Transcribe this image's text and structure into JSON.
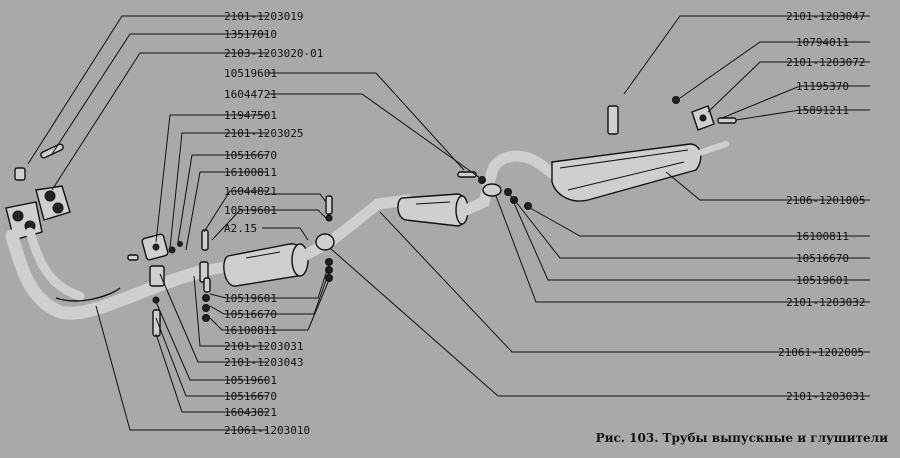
{
  "labels": {
    "l01": "2101-1203019",
    "l02": "13517010",
    "l03": "2103-1203020-01",
    "l04": "10519601",
    "l05": "16044721",
    "l06": "11947501",
    "l07": "2101-1203025",
    "l08": "10516670",
    "l09": "16100811",
    "l10": "16044821",
    "l11": "10519601",
    "l12": "A2.15",
    "l13": "10519601",
    "l14": "10516670",
    "l15": "16100811",
    "l16": "2101-1203031",
    "l17": "2101-1203043",
    "l18": "10519601",
    "l19": "10516670",
    "l20": "16043821",
    "l21": "21061-1203010",
    "r01": "2101-1203047",
    "r02": "10794011",
    "r03": "2101-1203072",
    "r04": "11195370",
    "r05": "15891211",
    "r06": "2106-1201005",
    "r07": "16100811",
    "r08": "10516670",
    "r09": "10519601",
    "r10": "2101-1203032",
    "r11": "21061-1202005",
    "r12": "2101-1203031"
  },
  "caption": "Рис. 103. Трубы выпускные и глушители"
}
